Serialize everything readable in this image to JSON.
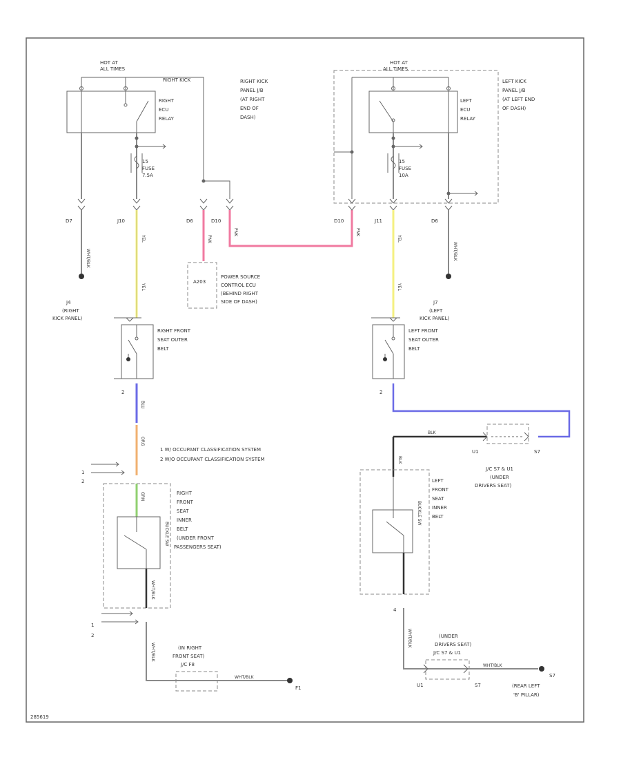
{
  "labels": {
    "hot_left": [
      "HOT AT",
      "ALL TIMES"
    ],
    "hot_right": [
      "HOT AT",
      "ALL TIMES"
    ],
    "right_kick_jb": [
      "RIGHT KICK",
      "PANEL J/B",
      "(AT RIGHT",
      "END OF",
      "DASH)"
    ],
    "left_kick_jb": [
      "LEFT KICK",
      "PANEL J/B",
      "(AT LEFT END",
      "OF DASH)"
    ],
    "right_ecu_relay": [
      "RIGHT",
      "ECU",
      "RELAY"
    ],
    "left_ecu_relay": [
      "LEFT",
      "ECU",
      "RELAY"
    ],
    "fuse_right": [
      "15",
      "FUSE",
      "7.5A"
    ],
    "fuse_left": [
      "15",
      "FUSE",
      "10A"
    ],
    "conn_d7": "D7",
    "conn_j10": "J10",
    "conn_d6": "D6",
    "conn_d10_a": "D10",
    "conn_d10_b": "D10",
    "conn_j11": "J11",
    "conn_d6_b": "D6",
    "ground_j4": [
      "J4",
      "(RIGHT",
      "KICK PANEL)"
    ],
    "ground_j7": [
      "J7",
      "(LEFT",
      "KICK PANEL)"
    ],
    "power_ecu_box": "A203",
    "power_ecu": [
      "POWER SOURCE",
      "CONTROL ECU",
      "(BEHIND RIGHT",
      "SIDE OF DASH)"
    ],
    "rf_outer_belt": [
      "RIGHT FRONT",
      "SEAT OUTER",
      "BELT"
    ],
    "lf_outer_belt": [
      "LEFT FRONT",
      "SEAT OUTER",
      "BELT"
    ],
    "pin_2_right": "2",
    "pin_2_left": "2",
    "legend": [
      "1   W/ OCCUPANT CLASSIFICATION SYSTEM",
      "2   W/O OCCUPANT CLASSIFICATION SYSTEM"
    ],
    "arrow_1": "1",
    "arrow_2": "2",
    "rf_inner_belt": [
      "RIGHT",
      "FRONT",
      "SEAT",
      "INNER",
      "BELT",
      "(UNDER FRONT",
      "PASSENGERS SEAT)"
    ],
    "lf_inner_belt": [
      "LEFT",
      "FRONT",
      "SEAT",
      "INNER",
      "BELT"
    ],
    "jc_under_driver": [
      "J/C S7 & U1",
      "(UNDER",
      "DRIVERS SEAT)"
    ],
    "u1_top": "U1",
    "s7_top": "S7",
    "buckle_right": "BUCKLE SW",
    "buckle_left": "BUCKLE SW",
    "pin_4_left": "4",
    "arrow_1b": "1",
    "arrow_2b": "2",
    "under_right_seat": [
      "(IN RIGHT",
      "FRONT SEAT)",
      "J/C F8"
    ],
    "under_driver_bottom": [
      "(UNDER",
      "DRIVERS SEAT)",
      "J/C S7 & U1"
    ],
    "ground_f1": "F1",
    "ground_s7": [
      "S7",
      "(REAR LEFT",
      "'B' PILLAR)"
    ],
    "u1_bottom": "U1",
    "s7_bottom": "S7",
    "footer_code": "285619"
  },
  "wire_labels": {
    "d7_color": "WHT/BLK",
    "j10_color": "YEL",
    "d6_color": "PNK",
    "d10_color": "PNK",
    "d10b_color": "PNK",
    "j11_color": "YEL",
    "d6b_color": "WHT/BLK",
    "right_seat_color": "BLU",
    "right_lower_color": "ORG",
    "right_inner_color": "GRN",
    "right_bottom_color": "WHT/BLK",
    "right_ground_color": "WHT/BLK",
    "left_top_color": "BLK",
    "left_inner_color": "BLK",
    "left_bottom_color": "WHT/BLK",
    "left_ground_color": "WHT/BLK"
  },
  "colors": {
    "frame": "#666666",
    "wire_gray": "#8a8a8a",
    "yellow": "#f4f080",
    "pink": "#f07aa0",
    "blue": "#6a6ae6",
    "orange": "#f0b070",
    "green": "#90d070",
    "black_wire": "#333333"
  }
}
